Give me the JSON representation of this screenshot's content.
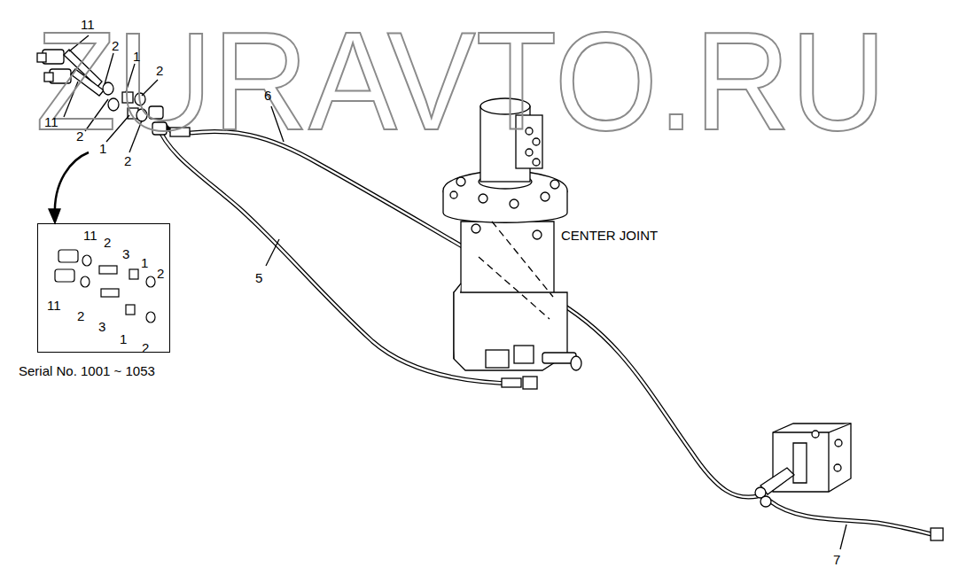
{
  "diagram": {
    "nodes": [
      {
        "text": [
          "11",
          "2",
          "3",
          "1",
          "2",
          "11",
          "2",
          "3",
          "1",
          "2",
          "Serial No. 1001 ~ 1053"
        ]
      }
    ],
    "labels": [
      "ZURAVTO.RU",
      "11",
      "2",
      "1",
      "2",
      "11",
      "2",
      "1",
      "2",
      "6",
      "5",
      "CENTER JOINT",
      "7"
    ]
  }
}
